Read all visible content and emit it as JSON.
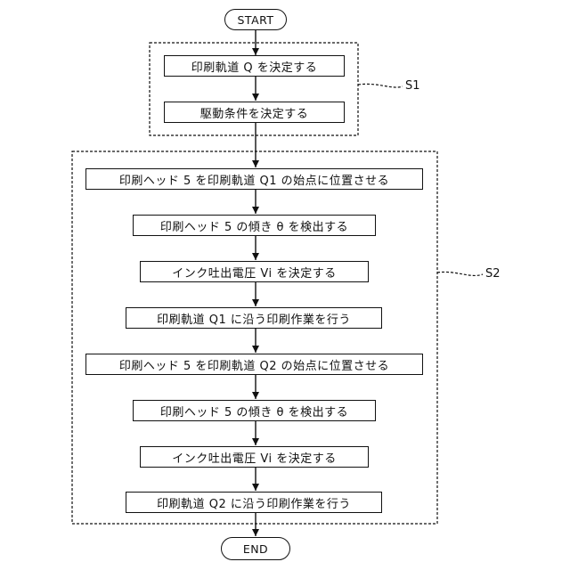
{
  "flowchart": {
    "start_label": "START",
    "end_label": "END",
    "groups": {
      "s1": {
        "label": "S1"
      },
      "s2": {
        "label": "S2"
      }
    },
    "steps": [
      "印刷軌道 Q を決定する",
      "駆動条件を決定する",
      "印刷ヘッド 5 を印刷軌道 Q1 の始点に位置させる",
      "印刷ヘッド 5 の傾き θ を検出する",
      "インク吐出電圧 Vi を決定する",
      "印刷軌道 Q1 に沿う印刷作業を行う",
      "印刷ヘッド 5 を印刷軌道 Q2 の始点に位置させる",
      "印刷ヘッド 5 の傾き θ を検出する",
      "インク吐出電圧 Vi を決定する",
      "印刷軌道 Q2 に沿う印刷作業を行う"
    ]
  }
}
